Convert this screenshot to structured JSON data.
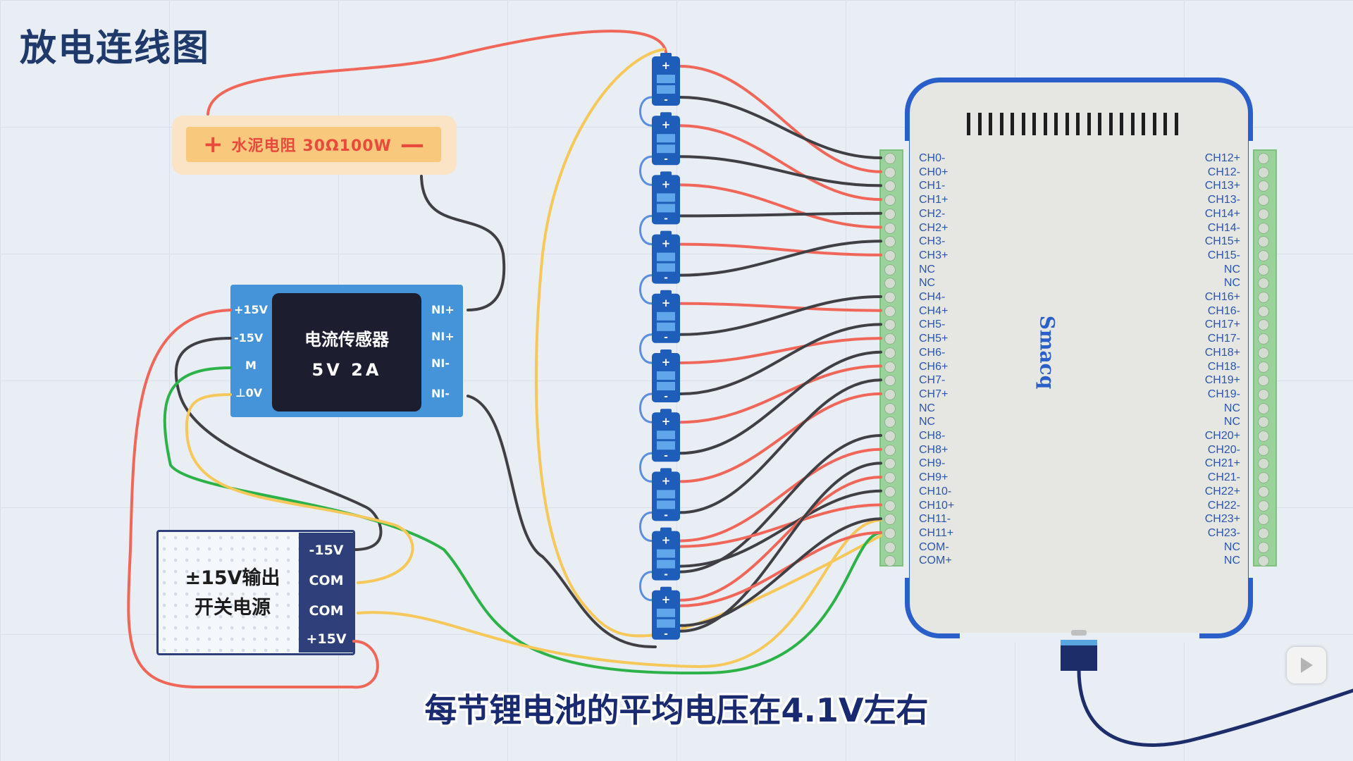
{
  "title": "放电连线图",
  "resistor": {
    "plus": "+",
    "label": "水泥电阻 30Ω100W",
    "minus": "—"
  },
  "sensor": {
    "name": "电流传感器",
    "spec": "5V 2A",
    "left_pins": [
      "+15V",
      "-15V",
      "M",
      "⊥0V"
    ],
    "right_pins": [
      "NI+",
      "NI+",
      "NI-",
      "NI-"
    ]
  },
  "psu": {
    "line1": "±15V输出",
    "line2": "开关电源",
    "terminals": [
      "-15V",
      "COM",
      "COM",
      "+15V"
    ]
  },
  "battery": {
    "count": 10,
    "plus": "+",
    "minus": "-"
  },
  "daq": {
    "brand": "Smacq",
    "left_channels": [
      "CH0-",
      "CH0+",
      "CH1-",
      "CH1+",
      "CH2-",
      "CH2+",
      "CH3-",
      "CH3+",
      "NC",
      "NC",
      "CH4-",
      "CH4+",
      "CH5-",
      "CH5+",
      "CH6-",
      "CH6+",
      "CH7-",
      "CH7+",
      "NC",
      "NC",
      "CH8-",
      "CH8+",
      "CH9-",
      "CH9+",
      "CH10-",
      "CH10+",
      "CH11-",
      "CH11+",
      "COM-",
      "COM+"
    ],
    "right_channels": [
      "CH12+",
      "CH12-",
      "CH13+",
      "CH13-",
      "CH14+",
      "CH14-",
      "CH15+",
      "CH15-",
      "NC",
      "NC",
      "CH16+",
      "CH16-",
      "CH17+",
      "CH17-",
      "CH18+",
      "CH18-",
      "CH19+",
      "CH19-",
      "NC",
      "NC",
      "CH20+",
      "CH20-",
      "CH21+",
      "CH21-",
      "CH22+",
      "CH22-",
      "CH23+",
      "CH23-",
      "NC",
      "NC"
    ]
  },
  "subtitle": "每节锂电池的平均电压在4.1V左右",
  "colors": {
    "red_wire": "#f0675a",
    "black_wire": "#3f3f44",
    "green_wire": "#2db24a",
    "yellow_wire": "#f6c85a",
    "accent_blue": "#2a5ec8",
    "battery_blue": "#1f5dbb"
  },
  "icons": [
    "play-icon"
  ]
}
